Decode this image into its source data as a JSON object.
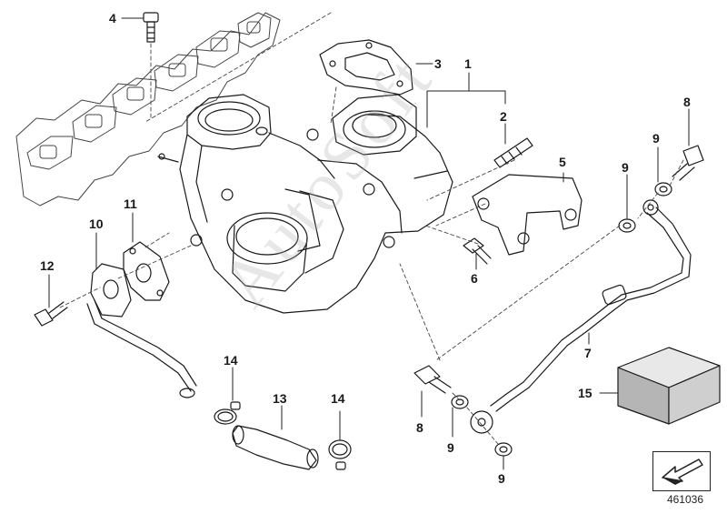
{
  "diagram": {
    "callouts": {
      "c1": "1",
      "c2": "2",
      "c3": "3",
      "c4": "4",
      "c5": "5",
      "c6": "6",
      "c7": "7",
      "c8a": "8",
      "c8b": "8",
      "c9a": "9",
      "c9b": "9",
      "c9c": "9",
      "c9d": "9",
      "c10": "10",
      "c11": "11",
      "c12": "12",
      "c13": "13",
      "c14a": "14",
      "c14b": "14",
      "c15": "15"
    },
    "document_number": "461036",
    "watermark": "AutoSoft"
  },
  "colors": {
    "line": "#1a1a1a",
    "background": "#ffffff",
    "watermark": "#aaaaaa",
    "box_top": "#e8e8e8",
    "box_front": "#b5b5b5"
  },
  "icons": {
    "next_page": "arrow-down-left-icon"
  }
}
